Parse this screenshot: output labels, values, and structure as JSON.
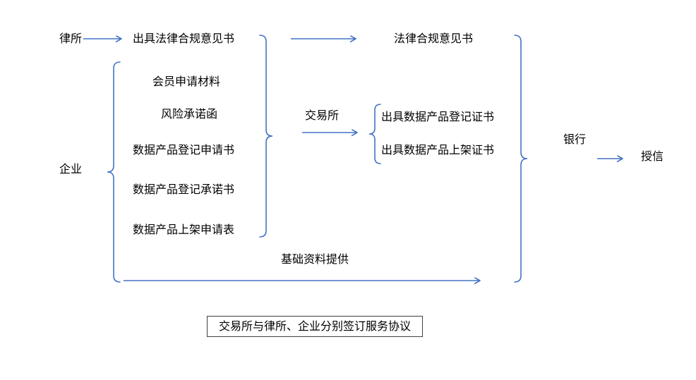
{
  "diagram": {
    "law_firm": {
      "label": "律所",
      "output": "出具法律合规意见书"
    },
    "legal_opinion": "法律合规意见书",
    "enterprise": {
      "label": "企业",
      "docs": [
        "会员申请材料",
        "风险承诺函",
        "数据产品登记申请书",
        "数据产品登记承诺书",
        "数据产品上架申请表"
      ]
    },
    "exchange": {
      "label": "交易所",
      "outputs": [
        "出具数据产品登记证书",
        "出具数据产品上架证书"
      ]
    },
    "bank": {
      "label": "银行"
    },
    "credit": "授信",
    "basic_materials": "基础资料提供",
    "footer": "交易所与律所、企业分别签订服务协议"
  },
  "colors": {
    "accent": "#4472C4",
    "text": "#000000",
    "box_border": "#404040"
  }
}
